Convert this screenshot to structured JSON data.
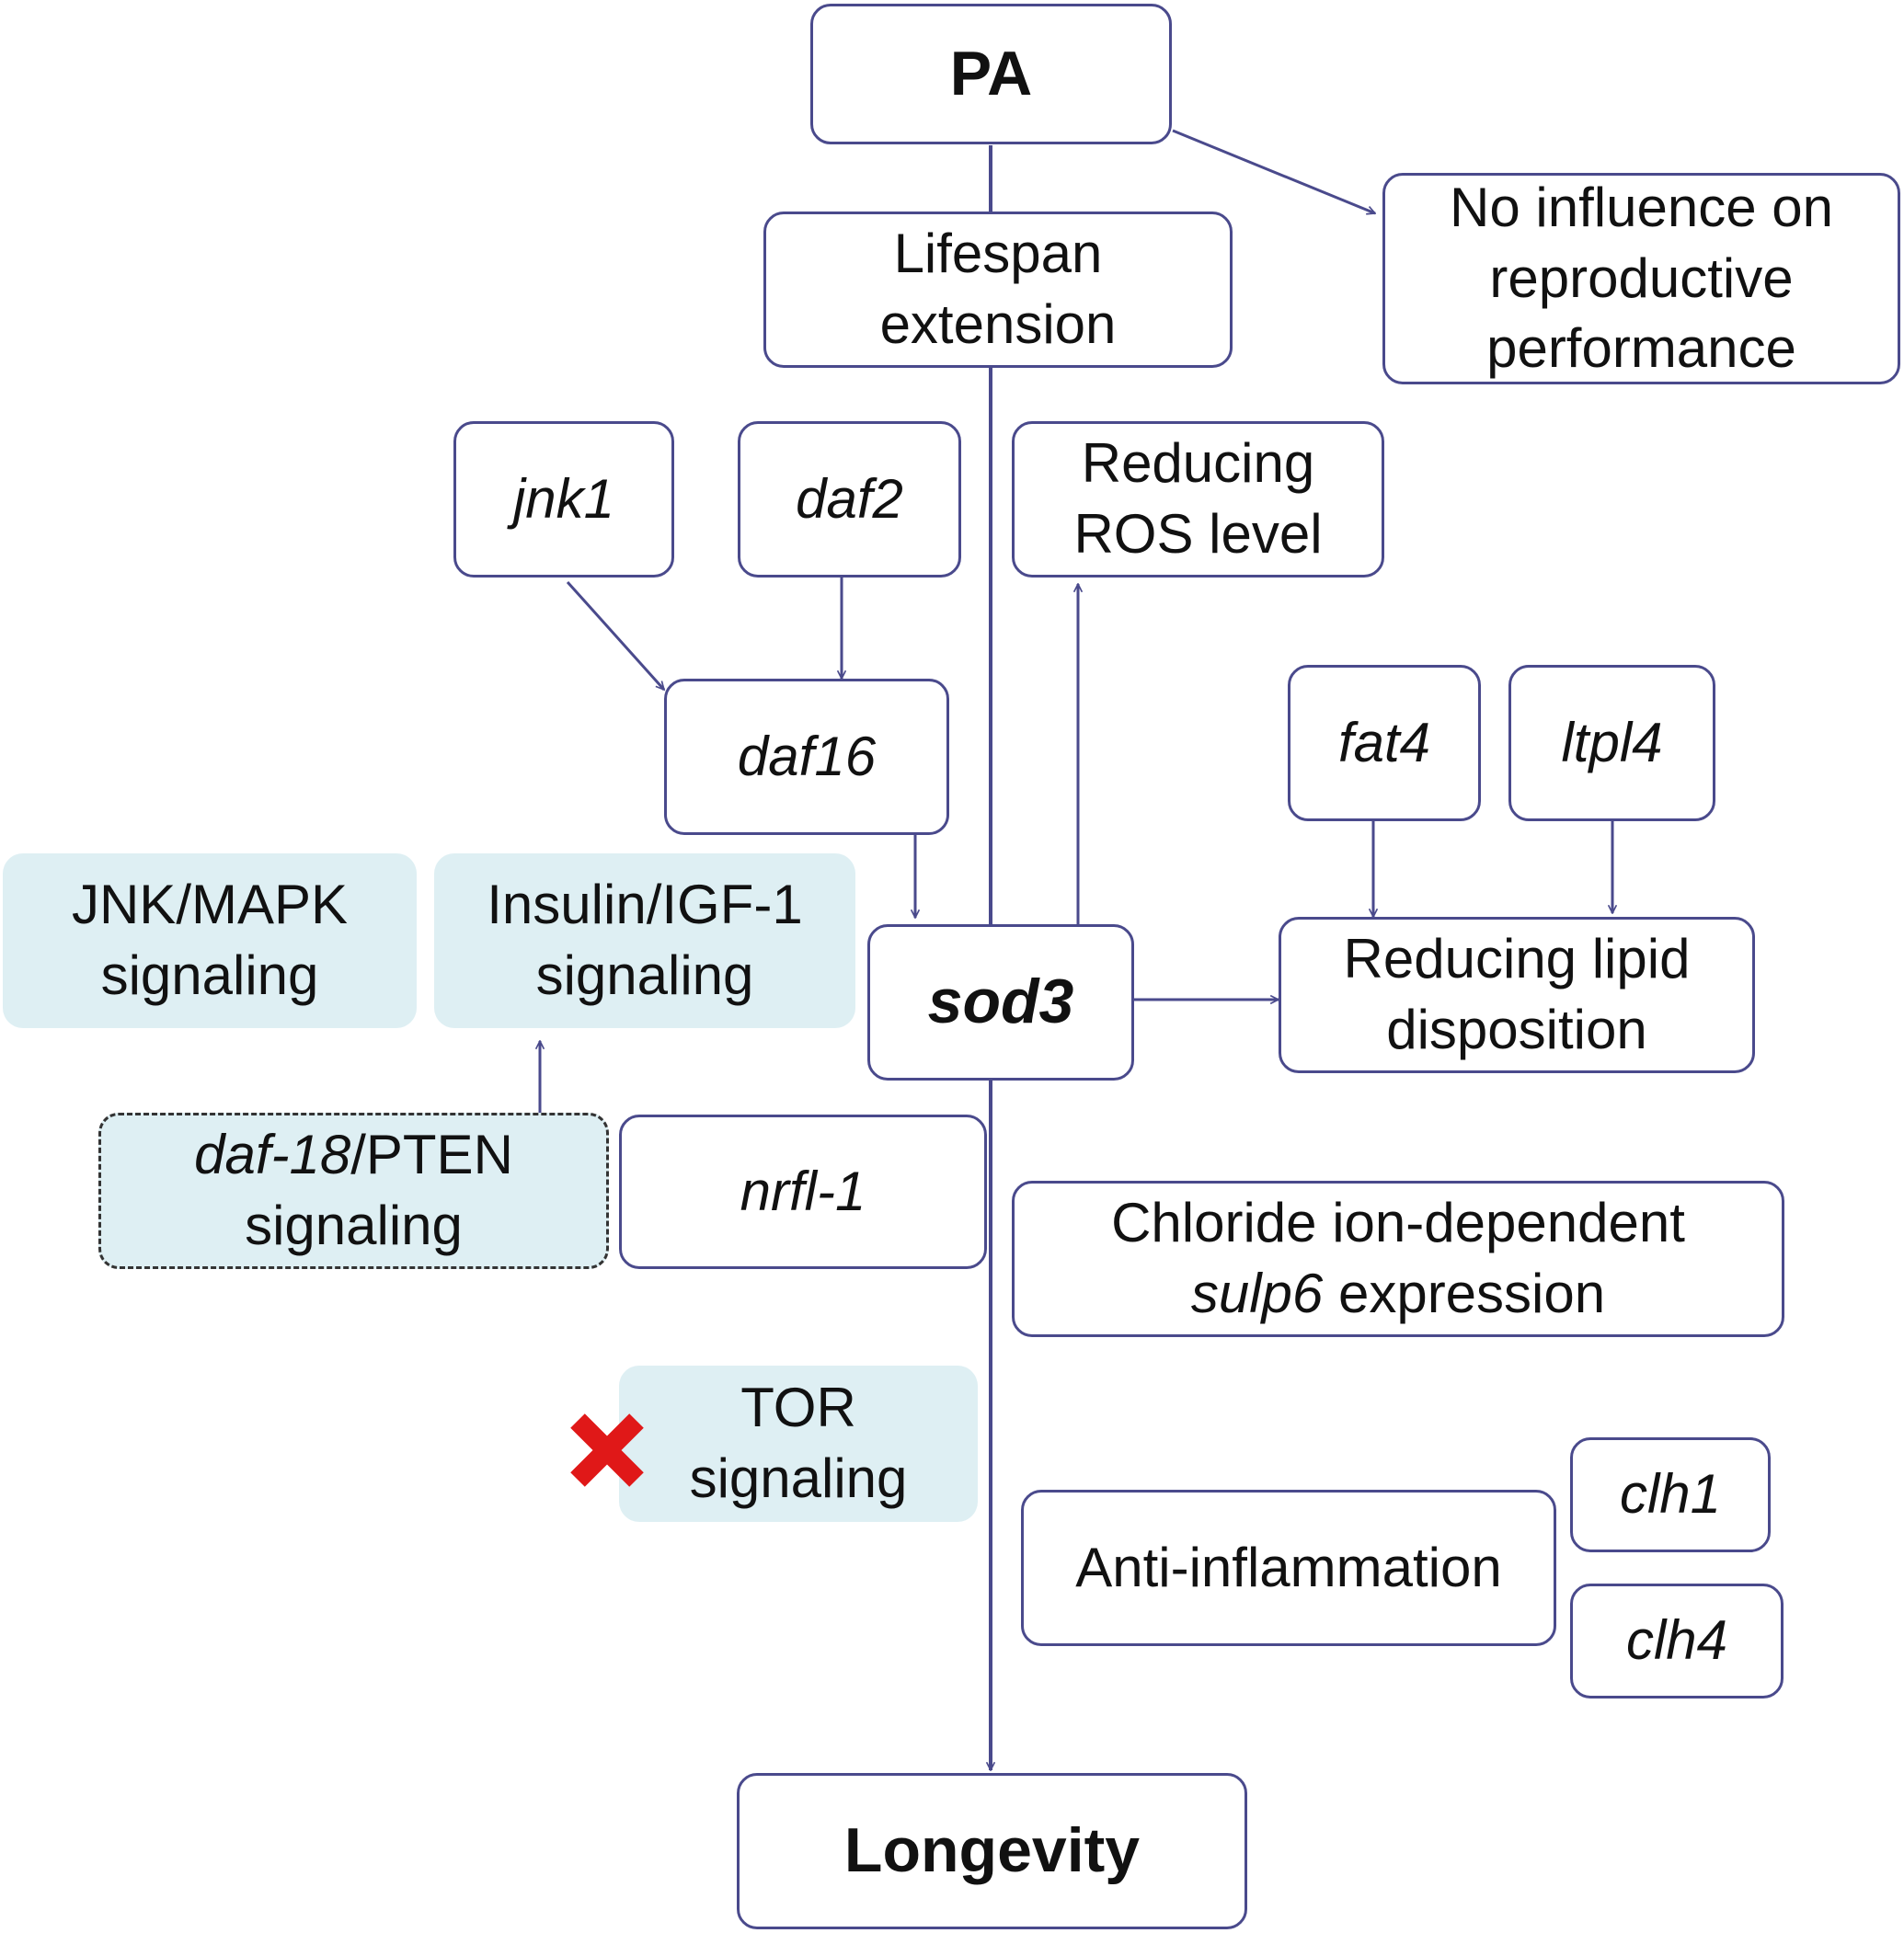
{
  "diagram": {
    "nodes": {
      "pa": {
        "lines": [
          "PA"
        ]
      },
      "lifespan": {
        "lines": [
          "Lifespan",
          "extension"
        ]
      },
      "reproductive": {
        "lines": [
          "No influence on",
          "reproductive",
          "performance"
        ]
      },
      "jnk1": {
        "lines": [
          "jnk1"
        ]
      },
      "daf2": {
        "lines": [
          "daf2"
        ]
      },
      "ros": {
        "lines": [
          "Reducing",
          "ROS level"
        ]
      },
      "daf16": {
        "lines": [
          "daf16"
        ]
      },
      "fat4": {
        "lines": [
          "fat4"
        ]
      },
      "ltpl4": {
        "lines": [
          "ltpl4"
        ]
      },
      "jnk_mapk": {
        "lines": [
          "JNK/MAPK",
          "signaling"
        ]
      },
      "insulin": {
        "lines": [
          "Insulin/IGF-1",
          "signaling"
        ]
      },
      "sod3": {
        "lines": [
          "sod3"
        ]
      },
      "lipid": {
        "lines": [
          "Reducing lipid",
          "disposition"
        ]
      },
      "daf18": {
        "line1_italic": "daf-18",
        "line1_rest": "/PTEN",
        "line2": "signaling"
      },
      "nrfl1": {
        "lines": [
          "nrfl-1"
        ]
      },
      "chloride": {
        "line1": "Chloride ion-dependent",
        "line2_italic": "sulp6",
        "line2_rest": " expression"
      },
      "tor": {
        "lines": [
          "TOR",
          "signaling"
        ]
      },
      "clh1": {
        "lines": [
          "clh1"
        ]
      },
      "anti_inflammation": {
        "lines": [
          "Anti-inflammation"
        ]
      },
      "clh4": {
        "lines": [
          "clh4"
        ]
      },
      "longevity": {
        "lines": [
          "Longevity"
        ]
      }
    },
    "edges": [
      {
        "from": "pa",
        "to": "longevity",
        "label": ""
      },
      {
        "from": "pa",
        "to": "reproductive",
        "label": ""
      },
      {
        "from": "jnk1",
        "to": "daf16",
        "label": ""
      },
      {
        "from": "daf2",
        "to": "daf16",
        "label": ""
      },
      {
        "from": "daf16",
        "to": "sod3",
        "label": ""
      },
      {
        "from": "sod3",
        "to": "ros",
        "label": ""
      },
      {
        "from": "sod3",
        "to": "lipid",
        "label": ""
      },
      {
        "from": "fat4",
        "to": "lipid",
        "label": ""
      },
      {
        "from": "ltpl4",
        "to": "lipid",
        "label": ""
      },
      {
        "from": "daf18",
        "to": "insulin",
        "label": ""
      }
    ],
    "inhibited": "tor",
    "colors": {
      "line": "#4a4a8c",
      "border": "#4a4a8c",
      "pathway_fill": "#deeff3",
      "inhibit_mark": "#e01818"
    }
  }
}
